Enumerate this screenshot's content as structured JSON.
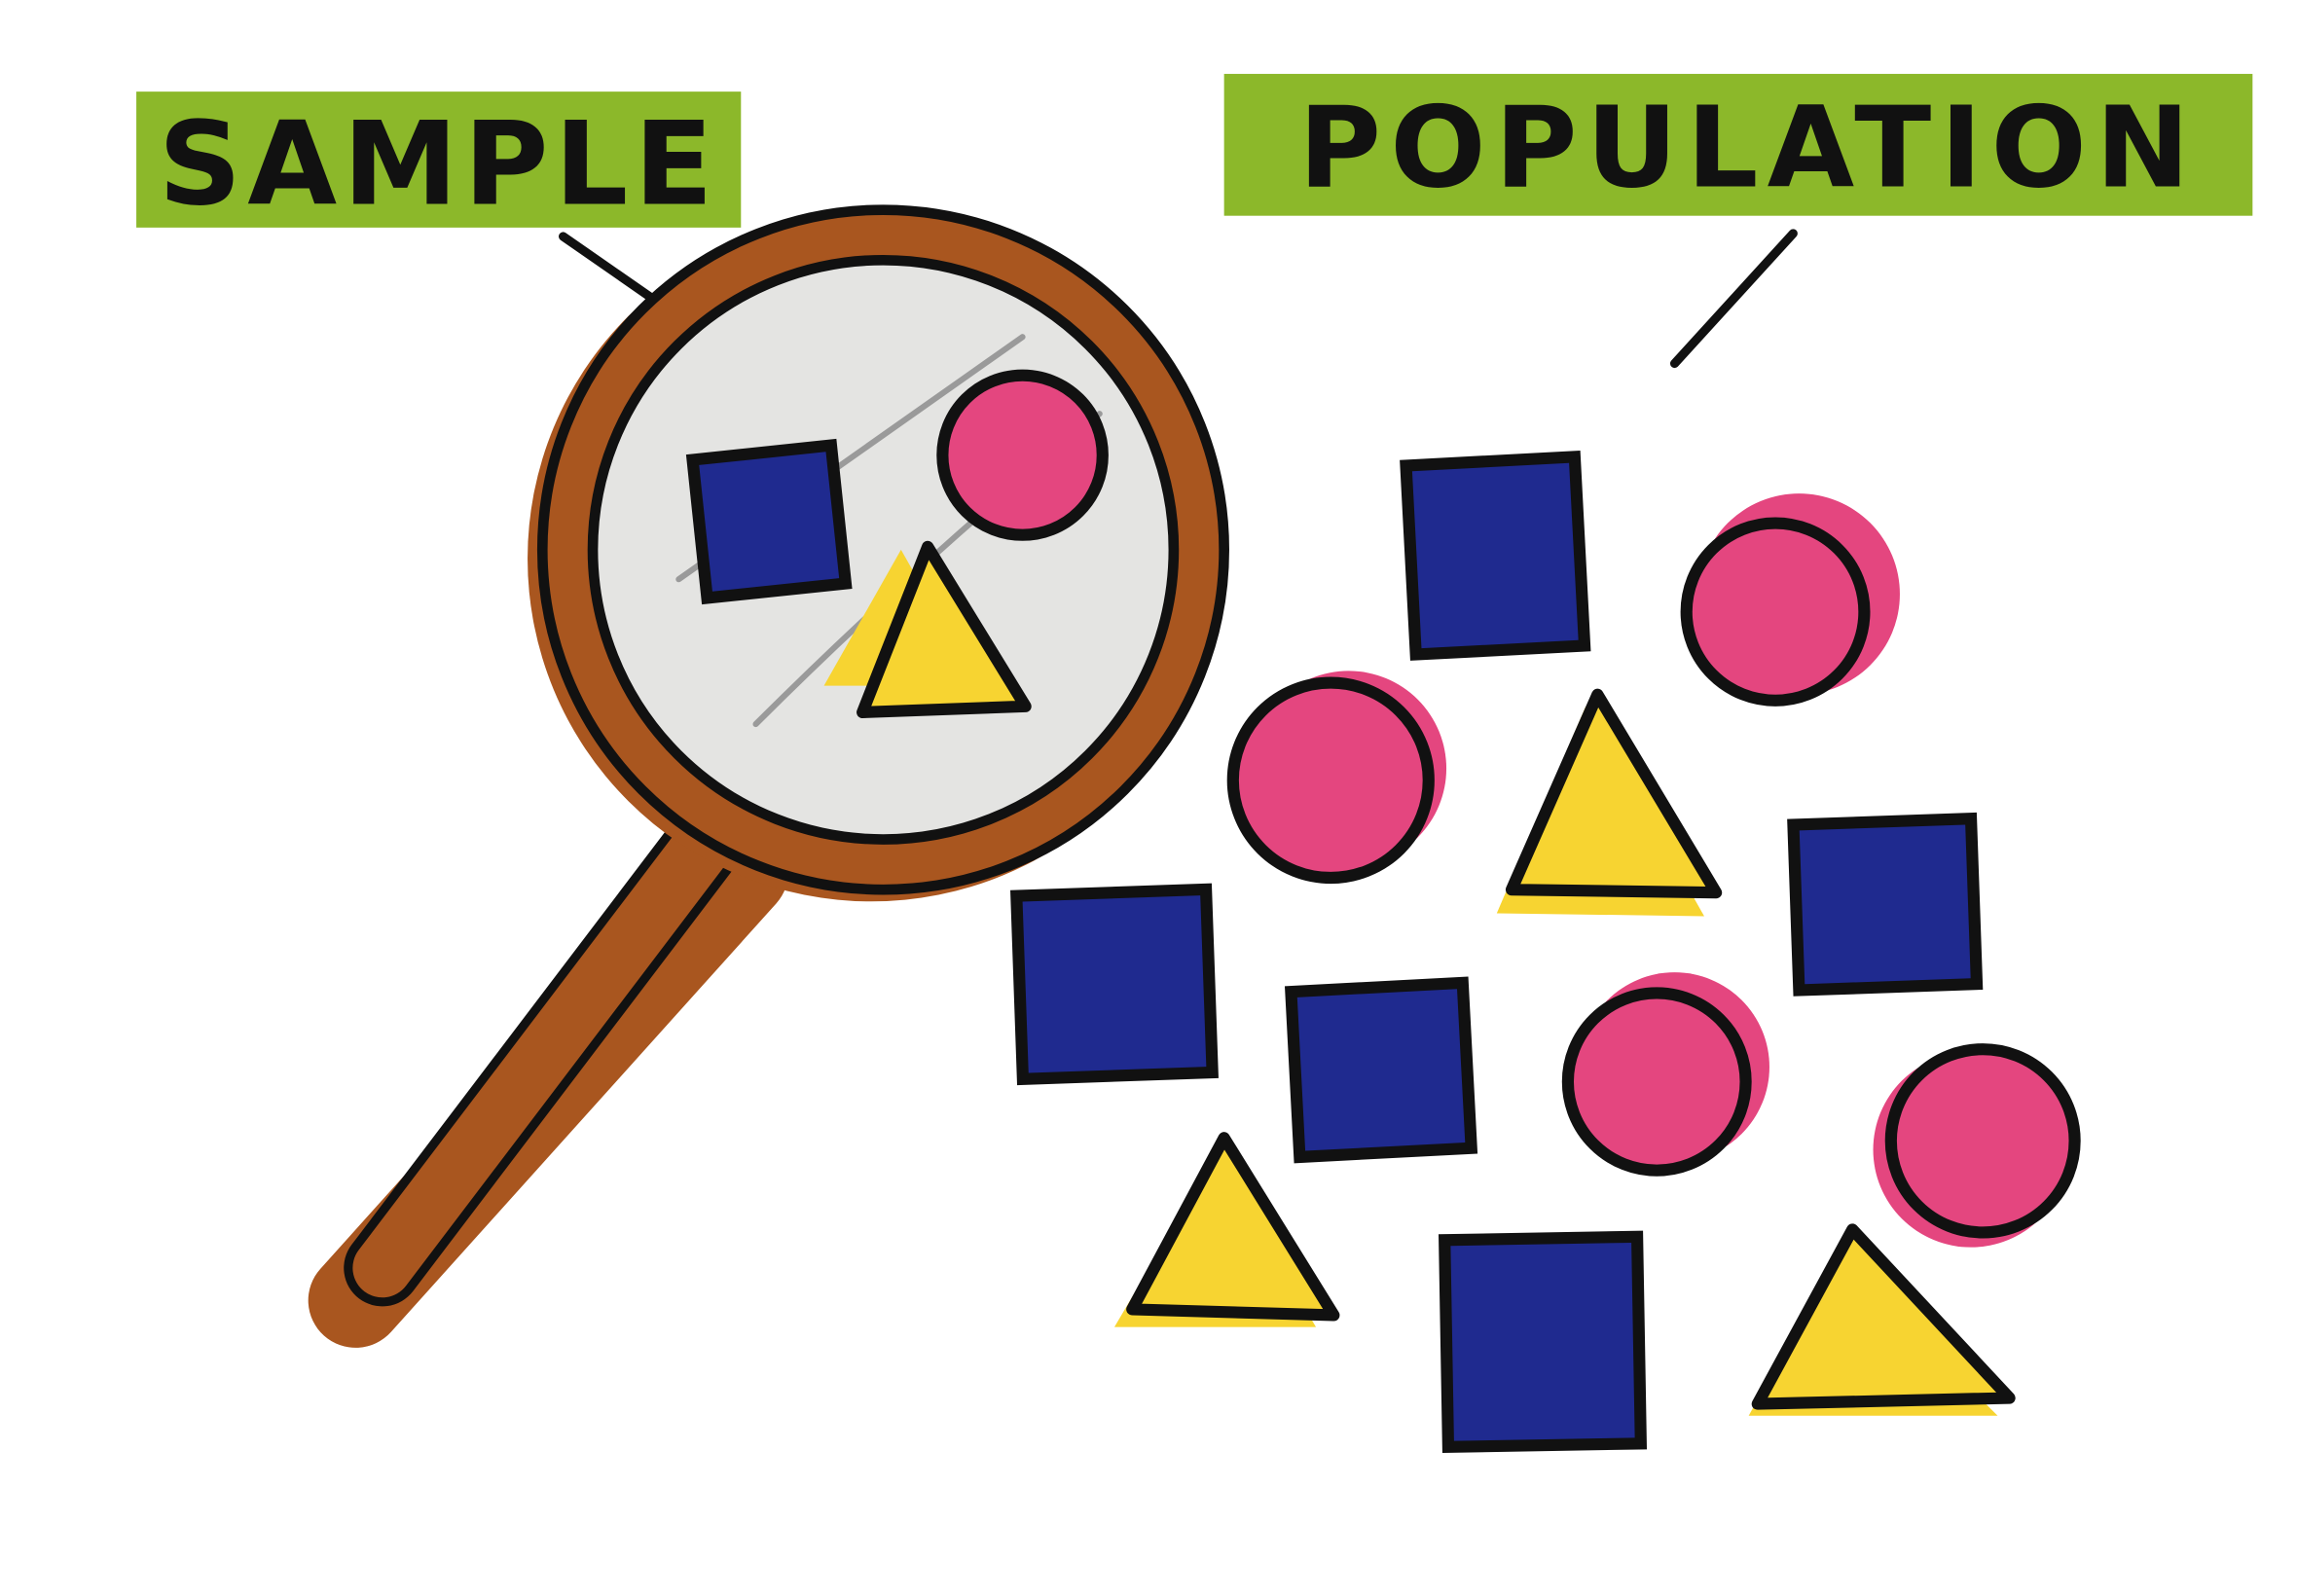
{
  "labels": {
    "sample": "SAMPLE",
    "population": "POPULATION"
  },
  "colors": {
    "highlighter": "#8cb82a",
    "square": "#1f2a8f",
    "circle": "#e4467f",
    "triangle": "#f7d431",
    "magnifier_frame": "#a9561f",
    "lens": "#e4e4e2",
    "outline": "#111111"
  },
  "sample_shapes": [
    "square",
    "circle",
    "triangle"
  ],
  "population_shapes": [
    "square",
    "circle",
    "circle",
    "triangle",
    "square",
    "square",
    "square",
    "circle",
    "circle",
    "triangle",
    "square",
    "triangle"
  ]
}
